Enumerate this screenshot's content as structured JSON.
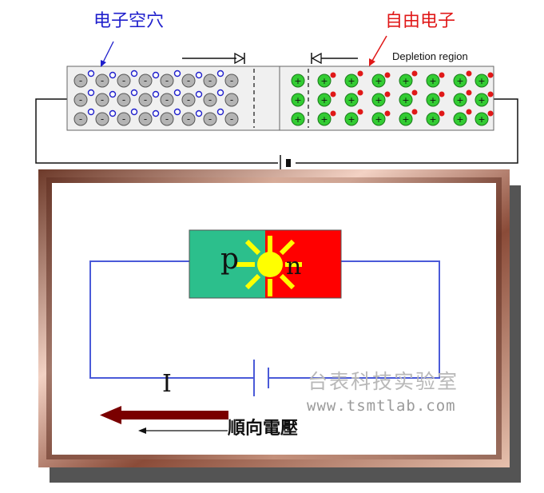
{
  "top_diagram": {
    "label_holes": "电子空穴",
    "label_free_electrons": "自由电子",
    "label_depletion": "Depletion region",
    "p_symbol": "-",
    "n_symbol": "+"
  },
  "bottom_diagram": {
    "label_p": "p",
    "label_n": "n",
    "label_current": "I",
    "label_forward_voltage": "順向電壓"
  },
  "watermark": {
    "title": "台表科技实验室",
    "url": "www.tsmtlab.com"
  },
  "colors": {
    "hole_blue": "#1f1fcc",
    "electron_red": "#e01818",
    "ion_gray": "#b4b4b4",
    "ion_green": "#33cc33",
    "junction_teal": "#2cbf8c",
    "junction_red": "#ff0000",
    "sun_yellow": "#ffff00",
    "wire_blue": "#4a5ad8",
    "frame_brown": "#7a3c2a",
    "arrow_darkred": "#7a0000"
  }
}
